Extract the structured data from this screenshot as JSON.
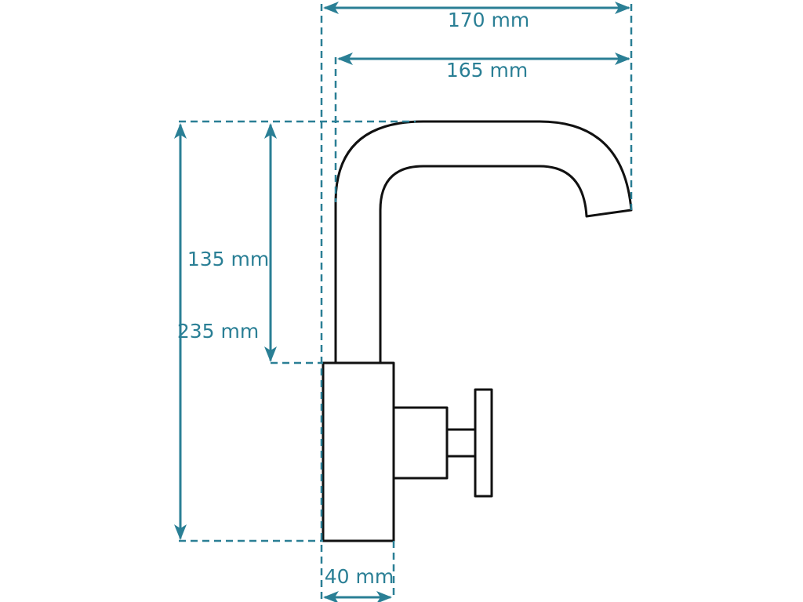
{
  "colors": {
    "dimension": "#2a7f95",
    "outline": "#111111",
    "background": "#ffffff"
  },
  "dimensions": {
    "total_width": "170 mm",
    "spout_reach": "165 mm",
    "spout_height": "135 mm",
    "total_height": "235 mm",
    "body_width": "40 mm"
  }
}
